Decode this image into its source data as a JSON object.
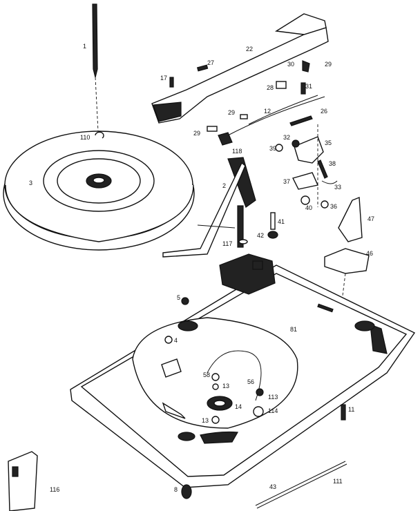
{
  "labels": {
    "l1": "1",
    "l2": "2",
    "l3": "3",
    "l4": "4",
    "l5": "5",
    "l8": "8",
    "l11": "11",
    "l12": "12",
    "l13a": "13",
    "l13b": "13",
    "l14": "14",
    "l17": "17",
    "l22": "22",
    "l26": "26",
    "l27": "27",
    "l28": "28",
    "l29a": "29",
    "l29b": "29",
    "l29c": "29",
    "l30": "30",
    "l31": "31",
    "l32": "32",
    "l33": "33",
    "l35": "35",
    "l36": "36",
    "l37": "37",
    "l38": "38",
    "l39": "39",
    "l40": "40",
    "l41": "41",
    "l42": "42",
    "l43": "43",
    "l46": "46",
    "l47": "47",
    "l56": "56",
    "l58": "58",
    "l81": "81",
    "l110": "110",
    "l111": "111",
    "l113": "113",
    "l114": "114",
    "l116": "116",
    "l117": "117",
    "l118": "118"
  }
}
